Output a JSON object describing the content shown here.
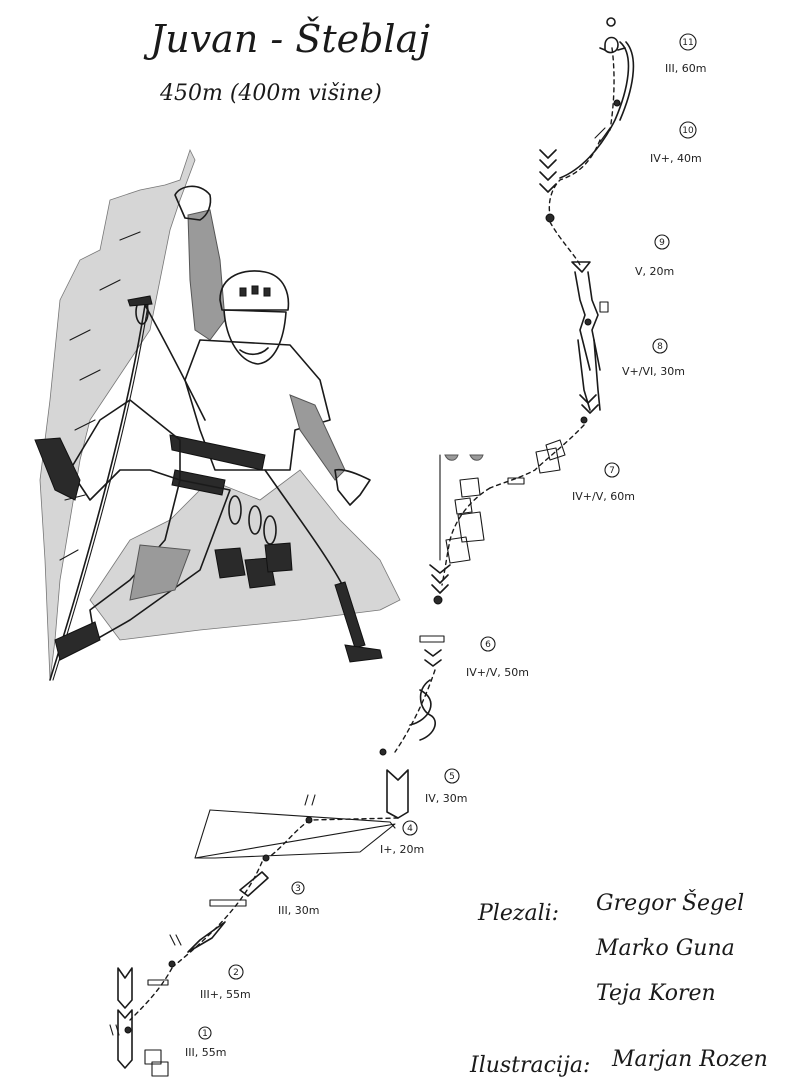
{
  "header": {
    "title": "Juvan - Šteblaj",
    "subtitle": "450m (400m višine)"
  },
  "pitches": [
    {
      "number": "11",
      "grade": "III, 60m"
    },
    {
      "number": "10",
      "grade": "IV+, 40m"
    },
    {
      "number": "9",
      "grade": "V, 20m"
    },
    {
      "number": "8",
      "grade": "V+/VI, 30m"
    },
    {
      "number": "7",
      "grade": "IV+/V, 60m"
    },
    {
      "number": "6",
      "grade": "IV+/V, 50m"
    },
    {
      "number": "5",
      "grade": "IV, 30m"
    },
    {
      "number": "4",
      "grade": "I+, 20m"
    },
    {
      "number": "3",
      "grade": "III, 30m"
    },
    {
      "number": "2",
      "grade": "III+, 55m"
    },
    {
      "number": "1",
      "grade": "III, 55m"
    }
  ],
  "credits": {
    "climbers_label": "Plezali:",
    "climbers": [
      "Gregor Šegel",
      "Marko Guna",
      "Teja Koren"
    ],
    "illustration_label": "Ilustracija:",
    "illustrator": "Marjan Rozen"
  },
  "colors": {
    "ink": "#1a1a1a",
    "shading": "#9a9a9a",
    "paper": "#ffffff"
  },
  "icons": [
    "climber-illustration",
    "belay-station-icon",
    "piton-icon",
    "ice-axe-icon",
    "carabiner-icon",
    "summit-figure-icon"
  ]
}
